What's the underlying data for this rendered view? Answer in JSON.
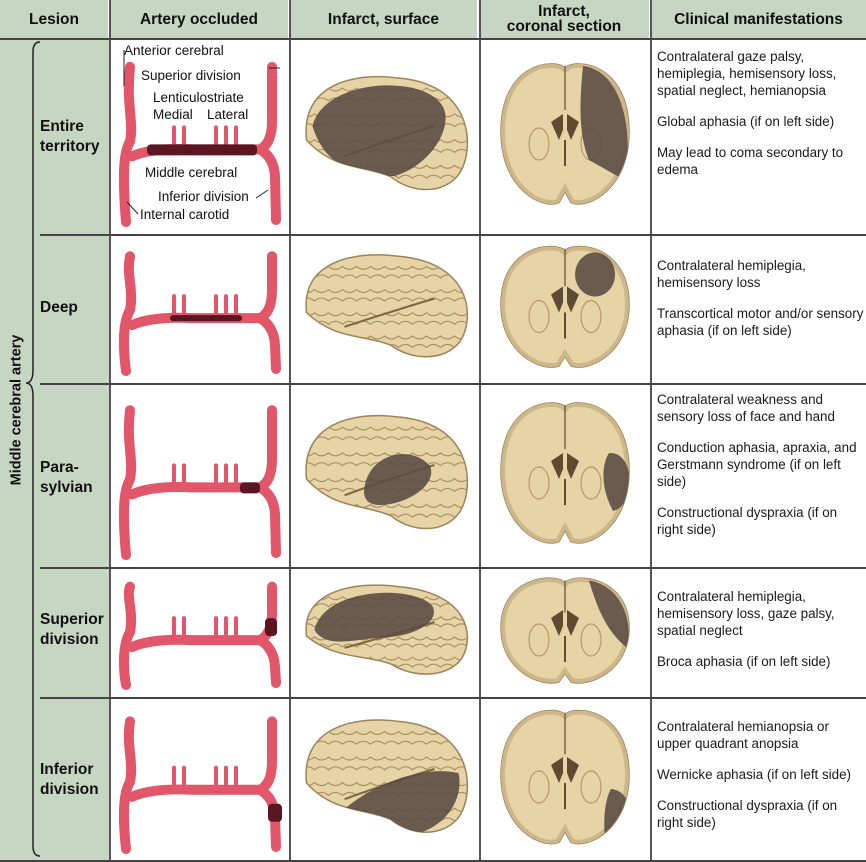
{
  "headers": {
    "lesion": "Lesion",
    "artery": "Artery occluded",
    "surface": "Infarct, surface",
    "coronal_line1": "Infarct,",
    "coronal_line2": "coronal section",
    "clinical": "Clinical manifestations"
  },
  "side_label": "Middle cerebral artery",
  "artery_labels": {
    "anterior": "Anterior cerebral",
    "superior": "Superior division",
    "lenticulostriate": "Lenticulostriate",
    "medial": "Medial",
    "lateral": "Lateral",
    "middle": "Middle cerebral",
    "inferior": "Inferior division",
    "carotid": "Internal carotid"
  },
  "rows": [
    {
      "lesion_l1": "Entire",
      "lesion_l2": "territory",
      "clinical": [
        "Contralateral gaze palsy, hemiplegia, hemisensory loss, spatial neglect, hemianopsia",
        "Global aphasia (if on left side)",
        "May lead to coma secondary to edema"
      ]
    },
    {
      "lesion_l1": "Deep",
      "lesion_l2": "",
      "clinical": [
        "Contralateral hemiplegia, hemisensory loss",
        "Transcortical motor and/or sensory aphasia (if on left side)"
      ]
    },
    {
      "lesion_l1": "Para-",
      "lesion_l2": "sylvian",
      "clinical": [
        "Contralateral weakness and sensory loss of face and hand",
        "Conduction aphasia, apraxia, and Gerstmann syndrome (if on left side)",
        "Constructional dyspraxia (if on right side)"
      ]
    },
    {
      "lesion_l1": "Superior",
      "lesion_l2": "division",
      "clinical": [
        "Contralateral hemiplegia, hemisensory loss, gaze palsy, spatial neglect",
        "Broca aphasia (if on left side)"
      ]
    },
    {
      "lesion_l1": "Inferior",
      "lesion_l2": "division",
      "clinical": [
        "Contralateral hemianopsia or upper quadrant anopsia",
        "Wernicke aphasia (if on left side)",
        "Constructional dyspraxia (if on right side)"
      ]
    }
  ],
  "colors": {
    "header_bg": "#c6d6c2",
    "artery": "#e2566a",
    "occlusion": "#5a1622",
    "brain": "#e6d3a6",
    "infarct": "#5a4a42"
  }
}
